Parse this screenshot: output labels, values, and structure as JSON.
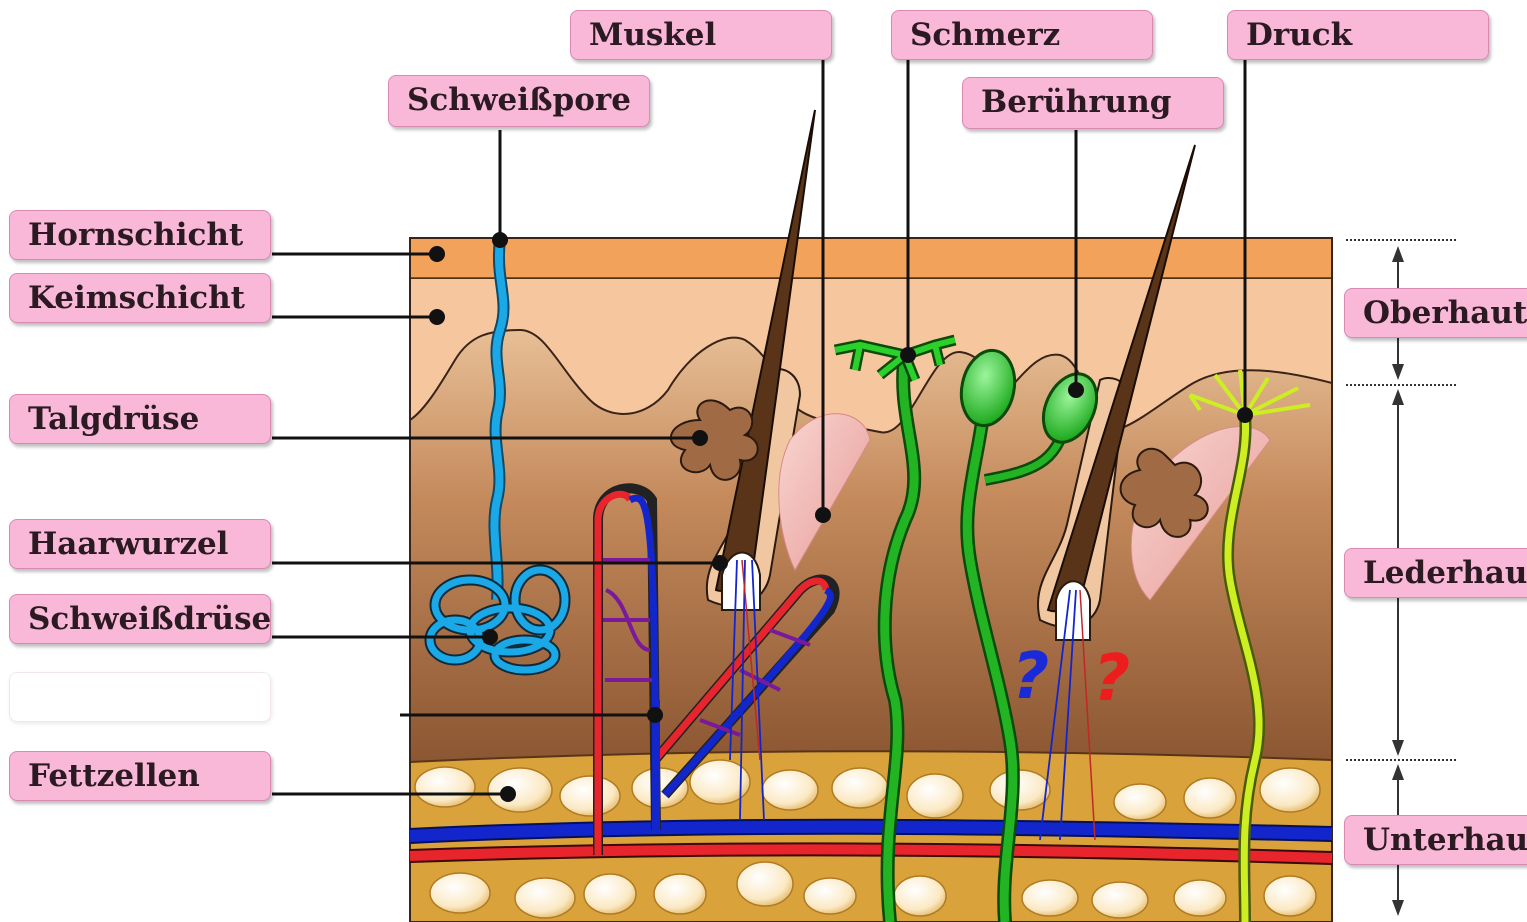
{
  "left_labels": {
    "hornschicht": "Hornschicht",
    "keimschicht": "Keimschicht",
    "talgdruese": "Talgdrüse",
    "haarwurzel": "Haarwurzel",
    "schweissdruese": "Schweißdrüse",
    "blutgefaesse": "",
    "fettzellen": "Fettzellen"
  },
  "top_labels": {
    "schweisspore": "Schweißpore",
    "muskel": "Muskel",
    "schmerz": "Schmerz",
    "beruehrung": "Berührung",
    "druck": "Druck"
  },
  "right_labels": {
    "oberhaut": "Oberhaut",
    "lederhaut": "Lederhaut",
    "unterhaut": "Unterhaut"
  },
  "question_marks": {
    "blue": "?",
    "red": "?"
  },
  "colors": {
    "label_fill": "#f9b8d8",
    "horn_layer": "#f2a25a",
    "germ_layer": "#f7c49a",
    "dermis_top": "#f0c8a2",
    "dermis_bottom": "#8c5a35",
    "fat_layer": "#dfa93a",
    "vein_blue": "#1226cc",
    "artery_red": "#e8242c",
    "sweat_gland": "#1aa8e6",
    "nerve_green": "#22b422",
    "pressure_nerve": "#ccee22"
  }
}
